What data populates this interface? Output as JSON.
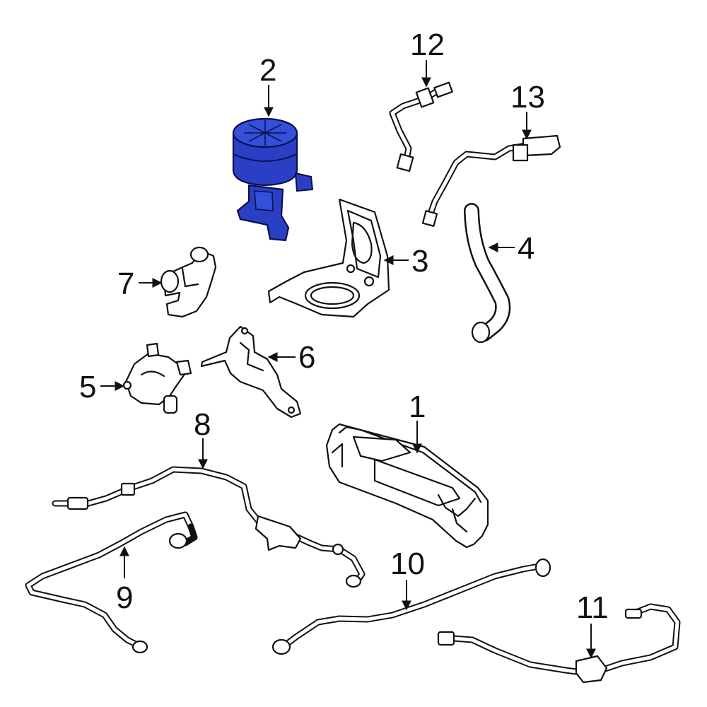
{
  "colors": {
    "highlight_fill": "#2b3fc4",
    "highlight_stroke": "#0a0f50",
    "line": "#111111",
    "background": "#ffffff"
  },
  "callouts": [
    "1",
    "2",
    "3",
    "4",
    "5",
    "6",
    "7",
    "8",
    "9",
    "10",
    "11",
    "12",
    "13"
  ],
  "highlighted_part": "2"
}
